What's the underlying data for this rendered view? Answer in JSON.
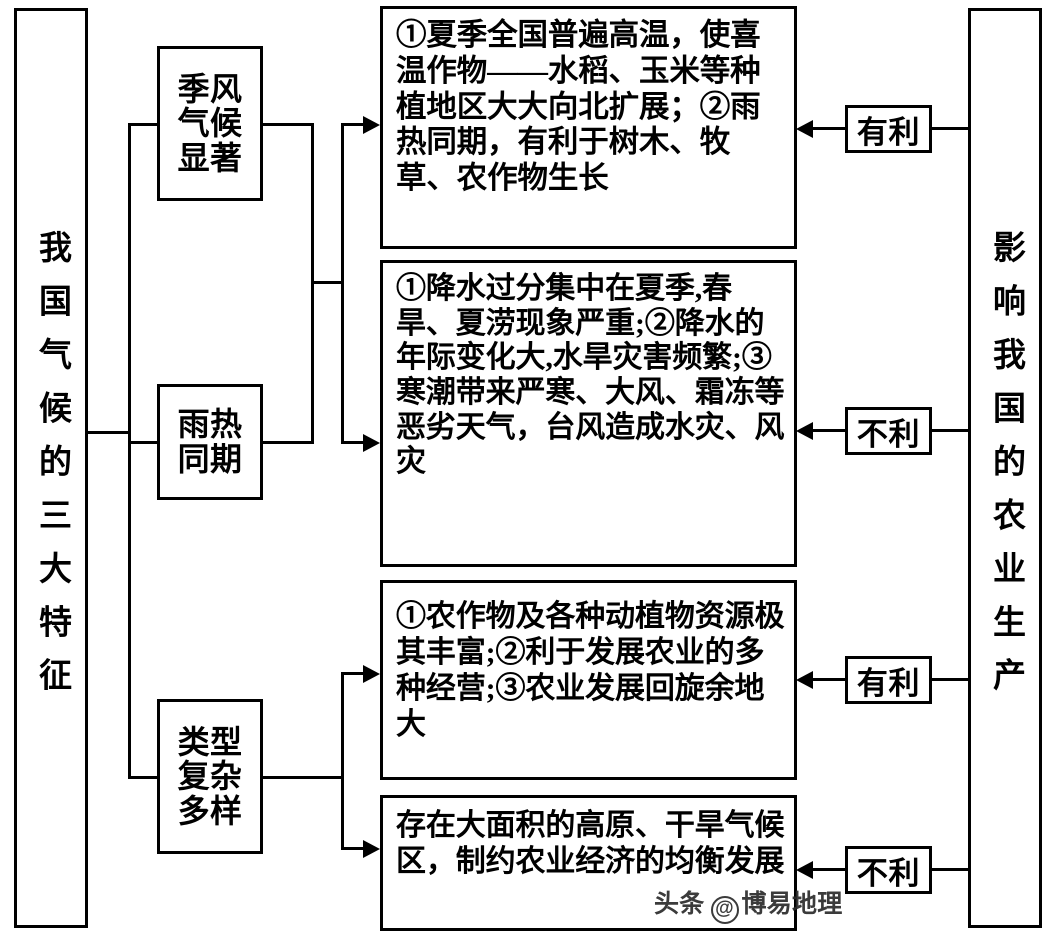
{
  "diagram": {
    "title": "我国气候的三大特征 — 影响我国的农业生产 流程图",
    "left_spine": {
      "label": "我国气候的三大特征"
    },
    "right_spine": {
      "label": "影响我国的农业生产"
    },
    "features": [
      {
        "id": "feature-monsoon",
        "label": "季风\n气候\n显著",
        "lines": [
          "季风",
          "气候",
          "显著"
        ]
      },
      {
        "id": "feature-rainheat",
        "label": "雨热\n同期",
        "lines": [
          "雨热",
          "同期"
        ]
      },
      {
        "id": "feature-types",
        "label": "类型\n复杂\n多样",
        "lines": [
          "类型",
          "复杂",
          "多样"
        ]
      }
    ],
    "details": [
      {
        "id": "detail-1",
        "text": "①夏季全国普遍高温，使喜温作物——水稻、玉米等种植地区大大向北扩展；②雨热同期，有利于树木、牧草、农作物生长",
        "verdict": "有利"
      },
      {
        "id": "detail-2",
        "text": "①降水过分集中在夏季,春旱、夏涝现象严重;②降水的年际变化大,水旱灾害频繁;③寒潮带来严寒、大风、霜冻等恶劣天气，台风造成水灾、风灾",
        "verdict": "不利"
      },
      {
        "id": "detail-3",
        "text": "①农作物及各种动植物资源极其丰富;②利于发展农业的多种经营;③农业发展回旋余地大",
        "verdict": "有利"
      },
      {
        "id": "detail-4",
        "text": "存在大面积的高原、干旱气候区，制约农业经济的均衡发展",
        "verdict": "不利"
      }
    ],
    "verdicts": [
      {
        "id": "verdict-1",
        "label": "有利"
      },
      {
        "id": "verdict-2",
        "label": "不利"
      },
      {
        "id": "verdict-3",
        "label": "有利"
      },
      {
        "id": "verdict-4",
        "label": "不利"
      }
    ],
    "watermark": {
      "prefix": "头条",
      "at": "@",
      "name": "博易地理"
    },
    "colors": {
      "line": "#000000",
      "background": "#ffffff",
      "text": "#000000"
    }
  }
}
